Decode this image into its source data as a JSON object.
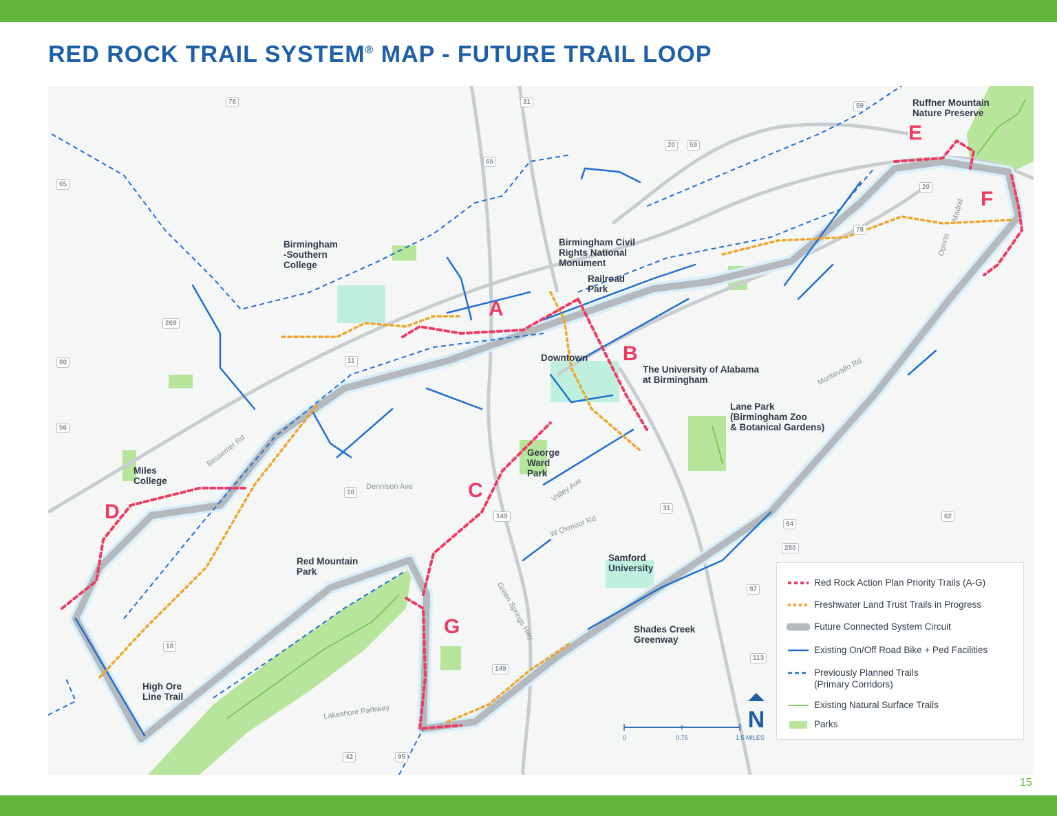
{
  "page": {
    "title": "RED ROCK TRAIL SYSTEM",
    "title_mark": "®",
    "title_suffix": " MAP - FUTURE TRAIL LOOP",
    "page_number": "15"
  },
  "colors": {
    "band": "#5fb63a",
    "title": "#1d5fa8",
    "priority": "#ee3b63",
    "freshwater": "#f0a52a",
    "circuit": "#b4b9bd",
    "existing": "#1f6fd1",
    "planned": "#1f6fd1",
    "natural": "#6cc24a",
    "parks": "#b7e59b"
  },
  "places": {
    "ruffner": "Ruffner Mountain\nNature Preserve",
    "bsc": "Birmingham\n-Southern\nCollege",
    "civil": "Birmingham Civil\nRights National\nMonument",
    "railroad": "Railroad\nPark",
    "downtown": "Downtown",
    "uab": "The University of Alabama\nat Birmingham",
    "lane": "Lane Park\n(Birmingham Zoo\n& Botanical Gardens)",
    "george": "George\nWard\nPark",
    "miles": "Miles\nCollege",
    "redmtn": "Red Mountain\nPark",
    "samford": "Samford\nUniversity",
    "shades": "Shades Creek\nGreenway",
    "highore": "High Ore\nLine Trail"
  },
  "roads": {
    "bessemer": "Bessemer Rd",
    "dennison": "Dennison Ave",
    "valley": "Valley Ave",
    "oxmoor": "W Oxmoor Rd",
    "greensprings": "Green Springs Hwy",
    "lakeshore": "Lakeshore Parkway",
    "montevallo": "Montevallo Rd",
    "oporto": "Oporto",
    "madrid": "Madrid"
  },
  "shields": [
    "78",
    "31",
    "59",
    "20",
    "59",
    "65",
    "65",
    "269",
    "80",
    "11",
    "56",
    "18",
    "149",
    "31",
    "64",
    "280",
    "62",
    "97",
    "113",
    "149",
    "18",
    "42",
    "95",
    "78",
    "20"
  ],
  "segments": [
    "A",
    "B",
    "C",
    "D",
    "E",
    "F",
    "G"
  ],
  "legend": {
    "priority": "Red Rock Action Plan Priority Trails (A-G)",
    "freshwater": "Freshwater Land Trust Trails in Progress",
    "circuit": "Future Connected System Circuit",
    "existing": "Existing On/Off Road Bike + Ped Facilities",
    "planned": "Previously Planned Trails\n(Primary Corridors)",
    "natural": "Existing Natural Surface Trails",
    "parks": "Parks"
  },
  "scale": {
    "s0": "0",
    "s1": "0.75",
    "s2": "1.5 MILES"
  },
  "north": "N"
}
